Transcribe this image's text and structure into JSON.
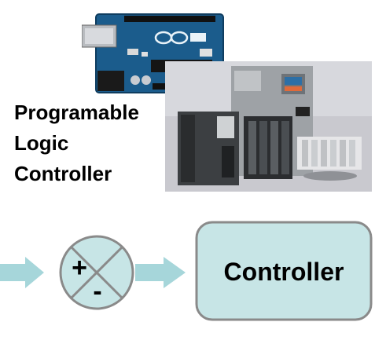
{
  "photos": {
    "arduino": "arduino-uno-board-photo",
    "plc": "allen-bradley-plc-photo"
  },
  "title": {
    "line1": "Programable",
    "line2": "Logic",
    "line3": "Controller"
  },
  "summing_junction": {
    "plus": "+",
    "minus": "-"
  },
  "controller_block": {
    "label": "Controller"
  },
  "colors": {
    "block_fill": "#c7e5e6",
    "block_stroke": "#8a8a8a",
    "arrow": "#a6d6da"
  }
}
